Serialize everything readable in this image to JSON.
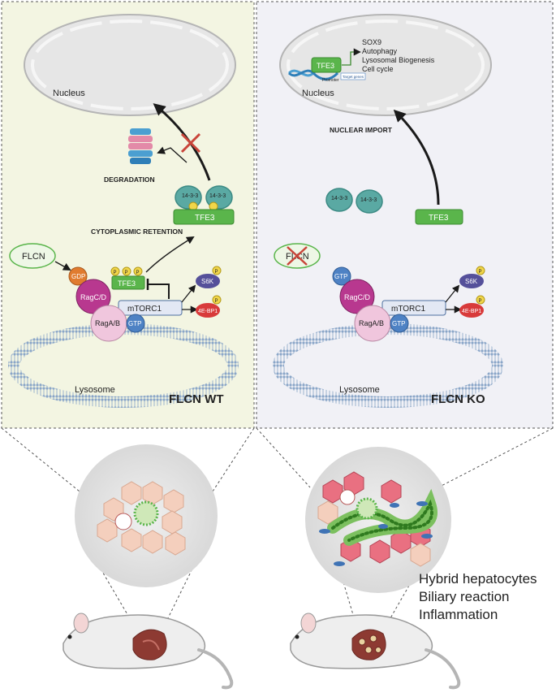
{
  "left_panel": {
    "nucleus": "Nucleus",
    "degradation": "DEGRADATION",
    "cytoplasmic_retention": "CYTOPLASMIC RETENTION",
    "flcn": "FLCN",
    "gdp": "GDP",
    "ragcd": "RagC/D",
    "tfe3": "TFE3",
    "tfe3_bound": "TFE3",
    "protein_1433_a": "14-3-3",
    "protein_1433_b": "14-3-3",
    "mtorc1": "mTORC1",
    "s6k": "S6K",
    "ebp1": "4E-BP1",
    "ragab": "RagA/B",
    "gtp": "GTP",
    "lysosome": "Lysosome",
    "title": "FLCN WT",
    "p": "P"
  },
  "right_panel": {
    "nucleus": "Nucleus",
    "tfe3_nuclear": "TFE3",
    "promoter": "Promoter",
    "target_genes": "Target genes",
    "gene_list": [
      "SOX9",
      "Autophagy",
      "Lysosomal Biogenesis",
      "Cell cycle"
    ],
    "nuclear_import": "NUCLEAR IMPORT",
    "protein_1433_a": "14-3-3",
    "protein_1433_b": "14-3-3",
    "tfe3_free": "TFE3",
    "flcn": "FLCN",
    "gtp_top": "GTP",
    "ragcd": "RagC/D",
    "mtorc1": "mTORC1",
    "s6k": "S6K",
    "ebp1": "4E-BP1",
    "ragab": "RagA/B",
    "gtp": "GTP",
    "lysosome": "Lysosome",
    "title": "FLCN KO",
    "p": "P"
  },
  "phenotype": [
    "Hybrid hepatocytes",
    "Biliary reaction",
    "Inflammation"
  ],
  "colors": {
    "left_bg": "#f3f5e2",
    "right_bg": "#f1f1f6",
    "tfe3_green": "#5ab54b",
    "ragcd_magenta": "#b8388f",
    "ragab_pink": "#f0c6dd",
    "gtp_blue": "#4e82c4",
    "gdp_orange": "#e07b2f",
    "s6k_purple": "#55509a",
    "ebp1_red": "#d83a3a",
    "protein_teal": "#5aa9a3",
    "phospho_yellow": "#f1d64a"
  }
}
